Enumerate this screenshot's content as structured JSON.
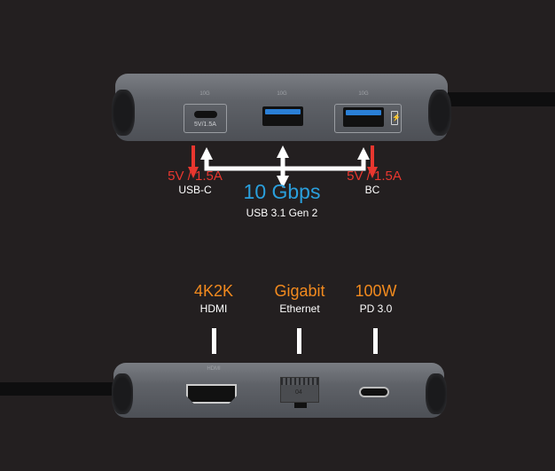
{
  "top_hub": {
    "port_markings": [
      "10G",
      "10G",
      "10G"
    ],
    "usb_c_port_label": "5V/1.5A",
    "left_power": "5V / 1.5A",
    "left_port": "USB-C",
    "speed": "10 Gbps",
    "speed_standard": "USB 3.1 Gen 2",
    "right_power": "5V / 1.5A",
    "right_port": "BC"
  },
  "bottom_hub": {
    "features": [
      {
        "headline": "4K2K",
        "sub": "HDMI"
      },
      {
        "headline": "Gigabit",
        "sub": "Ethernet"
      },
      {
        "headline": "100W",
        "sub": "PD 3.0"
      }
    ],
    "port_markings": [
      "HDMI",
      "04"
    ]
  },
  "colors": {
    "background": "#231f20",
    "accent_orange": "#f28a1e",
    "accent_blue": "#2a9fdc",
    "accent_red": "#e8372f"
  }
}
